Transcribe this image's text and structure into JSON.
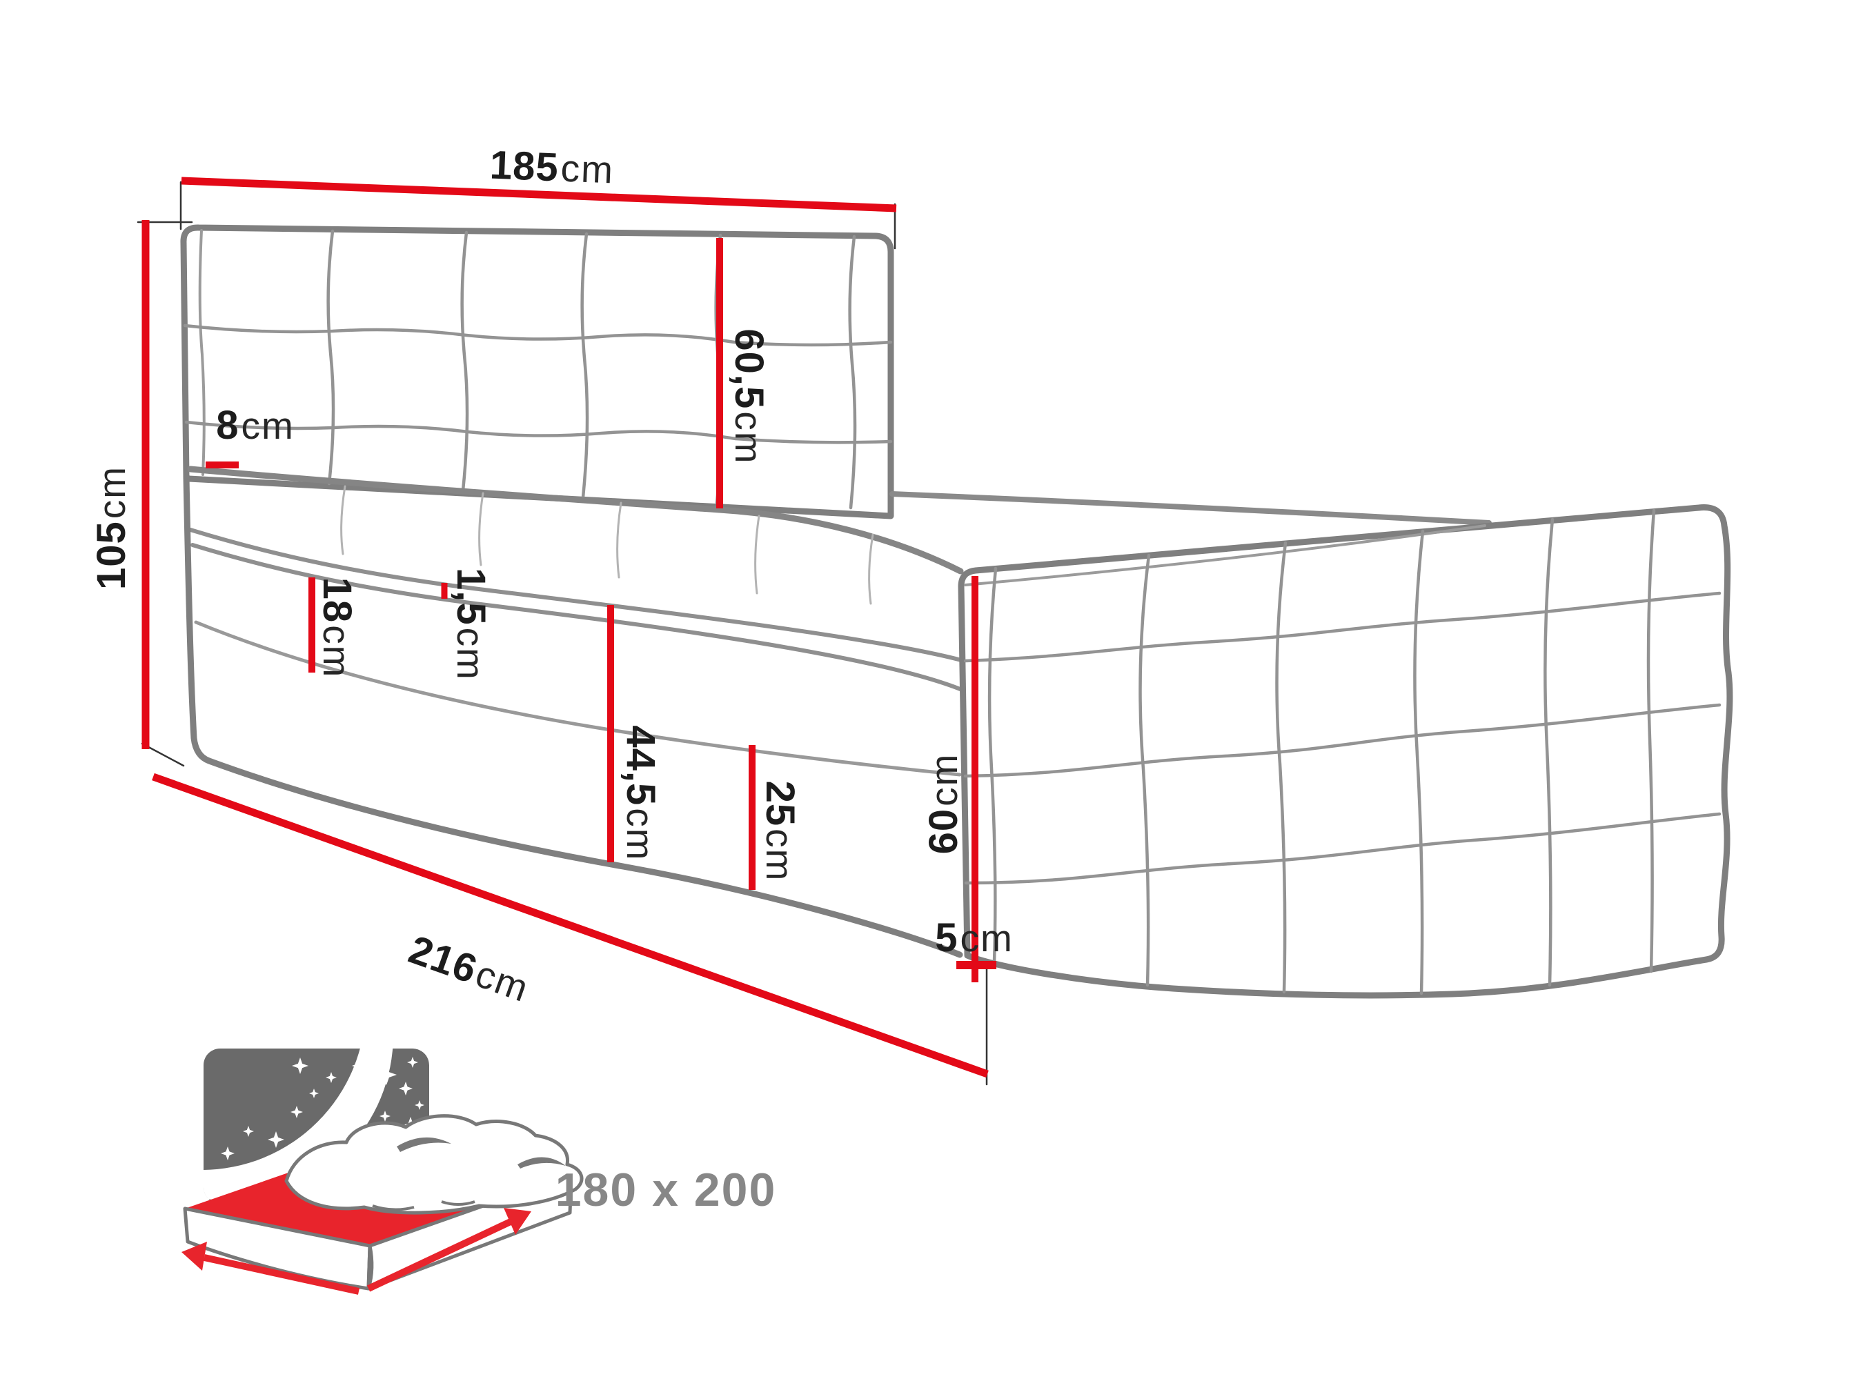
{
  "dims": {
    "width_top": {
      "num": "185",
      "unit": "cm"
    },
    "height_left": {
      "num": "105",
      "unit": "cm"
    },
    "headboard_edge": {
      "num": "8",
      "unit": "cm"
    },
    "headboard_height": {
      "num": "60,5",
      "unit": "cm"
    },
    "base_upper": {
      "num": "18",
      "unit": "cm"
    },
    "mattress_gap": {
      "num": "1,5",
      "unit": "cm"
    },
    "base_total": {
      "num": "44,5",
      "unit": "cm"
    },
    "base_lower": {
      "num": "25",
      "unit": "cm"
    },
    "length_bottom": {
      "num": "216",
      "unit": "cm"
    },
    "footboard_height": {
      "num": "60",
      "unit": "cm"
    },
    "ground_clearance": {
      "num": "5",
      "unit": "cm"
    }
  },
  "icon": {
    "size_label": "180 x 200"
  },
  "colors": {
    "dimension_red": "#e30917",
    "icon_red": "#e8242c",
    "outline_gray": "#7f7f7f",
    "seam_gray": "#939393",
    "sky_gray": "#6a6a6a",
    "size_text_gray": "#878787",
    "text_dark": "#1c1c1c"
  }
}
